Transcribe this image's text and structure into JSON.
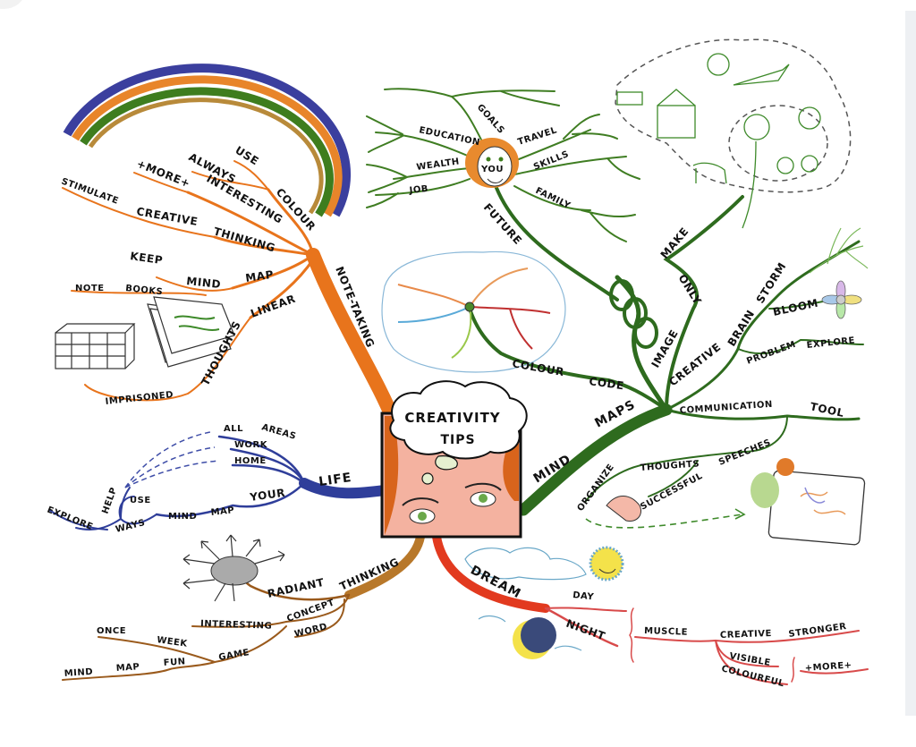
{
  "center": {
    "title_line1": "CREATIVITY",
    "title_line2": "TIPS"
  },
  "colors": {
    "orange": "#e8741c",
    "green": "#2e6b1e",
    "blue": "#2f3e9a",
    "brown": "#9a5a1c",
    "red": "#e23a1f",
    "rainbow_outer": "#3b3f9e",
    "rainbow_mid": "#e8852a",
    "rainbow_inner": "#3e7d1e"
  },
  "branches": {
    "note_taking": {
      "label": "NOTE-TAKING",
      "colour": "COLOUR",
      "use": "USE",
      "always": "ALWAYS",
      "more": "+MORE+",
      "interesting": "INTERESTING",
      "stimulate": "STIMULATE",
      "creative": "CREATIVE",
      "thinking": "THINKING",
      "keep": "KEEP",
      "mind": "MIND",
      "map": "MAP",
      "note": "NOTE",
      "books": "BOOKS",
      "linear": "LINEAR",
      "thoughts": "THOUGHTS",
      "imprisoned": "IMPRISONED"
    },
    "future": {
      "label": "FUTURE",
      "you": "YOU",
      "goals": "GOALS",
      "education": "EDUCATION",
      "travel": "TRAVEL",
      "wealth": "WEALTH",
      "skills": "SKILLS",
      "job": "JOB",
      "family": "FAMILY"
    },
    "mind_maps": {
      "mind": "MIND",
      "maps": "MAPS",
      "colour": "COLOUR",
      "code": "CODE",
      "image": "IMAGE",
      "only": "ONLY",
      "make": "MAKE",
      "creative": "CREATIVE",
      "brain": "BRAIN",
      "storm": "STORM",
      "bloom": "BLOOM",
      "problem": "PROBLEM",
      "explore": "EXPLORE",
      "communication": "COMMUNICATION",
      "tool": "TOOL",
      "speeches": "SPEECHES",
      "organize": "ORGANIZE",
      "thoughts": "THOUGHTS",
      "successful": "SUCCESSFUL"
    },
    "life": {
      "label": "LIFE",
      "all": "ALL",
      "areas": "AREAS",
      "work": "WORK",
      "home": "HOME",
      "your": "YOUR",
      "map": "MAP",
      "mind": "MIND",
      "use": "USE",
      "ways": "WAYS",
      "help": "HELP",
      "explore": "EXPLORE"
    },
    "radiant": {
      "radiant": "RADIANT",
      "thinking": "THINKING",
      "concept": "CONCEPT",
      "word": "WORD",
      "interesting": "INTERESTING",
      "game": "GAME",
      "once": "ONCE",
      "week": "WEEK",
      "fun": "FUN",
      "map": "MAP",
      "mind": "MIND"
    },
    "dream": {
      "label": "DREAM",
      "day": "DAY",
      "night": "NIGHT",
      "muscle": "MUSCLE",
      "creative": "CREATIVE",
      "stronger": "STRONGER",
      "visible": "VISIBLE",
      "colourful": "COLOURFUL",
      "more": "+MORE+"
    }
  }
}
